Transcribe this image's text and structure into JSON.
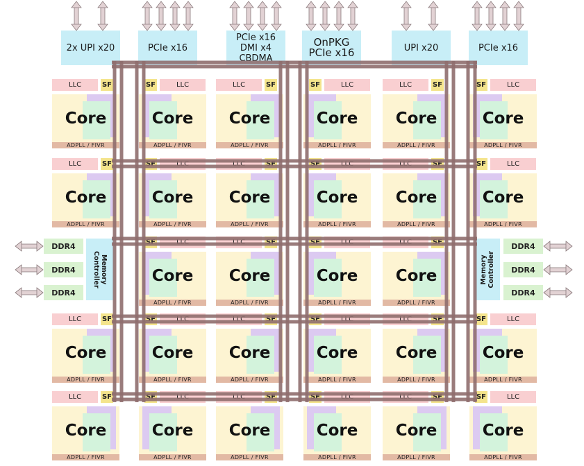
{
  "top_io": [
    {
      "lines": [
        "2x UPI x20"
      ]
    },
    {
      "lines": [
        "PCIe x16"
      ]
    },
    {
      "lines": [
        "PCIe x16",
        "DMI x4",
        "CBDMA"
      ]
    },
    {
      "lines": [
        "OnPKG",
        "PCIe x16"
      ]
    },
    {
      "lines": [
        "UPI x20"
      ]
    },
    {
      "lines": [
        "PCIe x16"
      ]
    }
  ],
  "tile": {
    "llc": "LLC",
    "sf": "SF",
    "core": "Core",
    "adpll": "ADPLL / FIVR"
  },
  "memory_controller": {
    "left_lines": [
      "Memory",
      "Controller"
    ],
    "right_lines": [
      "Memory",
      "Controller"
    ]
  },
  "ddr": [
    "DDR4",
    "DDR4",
    "DDR4"
  ],
  "colors": {
    "io_block": "#c8eef7",
    "llc": "#f9cfd1",
    "sf": "#f4e48c",
    "core_bg": "#fdf4d2",
    "core_purple": "#dccaf1",
    "core_green": "#d3f3dc",
    "adpll": "#e2b9a4",
    "mesh": "#8f6e6e",
    "ddr": "#d9f2d0",
    "arrow": "#e2d2d4"
  }
}
